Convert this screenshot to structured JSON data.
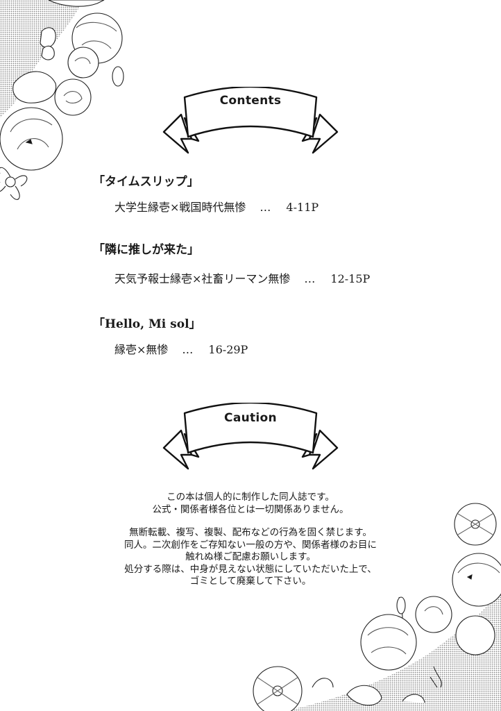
{
  "headers": {
    "contents": "Contents",
    "caution": "Caution"
  },
  "toc": [
    {
      "title": "「タイムスリップ」",
      "description": "大学生縁壱×戦国時代無惨",
      "separator": "…",
      "pages": "4-11P"
    },
    {
      "title": "「隣に推しが来た」",
      "description": "天気予報士縁壱×社畜リーマン無惨",
      "separator": "…",
      "pages": "12-15P"
    },
    {
      "title": "「Hello, Mi sol」",
      "description": "縁壱×無惨",
      "separator": "…",
      "pages": "16-29P"
    }
  ],
  "caution": {
    "paragraph1": [
      "この本は個人的に制作した同人誌です。",
      "公式・関係者様各位とは一切関係ありません。"
    ],
    "paragraph2": [
      "無断転載、複写、複製、配布などの行為を固く禁じます。",
      "同人。二次創作をご存知ない一般の方や、関係者様のお目に",
      "触れぬ様ご配慮お願いします。",
      "処分する際は、中身が見えない状態にしていただいた上で、",
      "ゴミとして廃棄して下さい。"
    ]
  },
  "decorations": {
    "top_left": "floral-corner",
    "bottom_right": "floral-corner"
  }
}
